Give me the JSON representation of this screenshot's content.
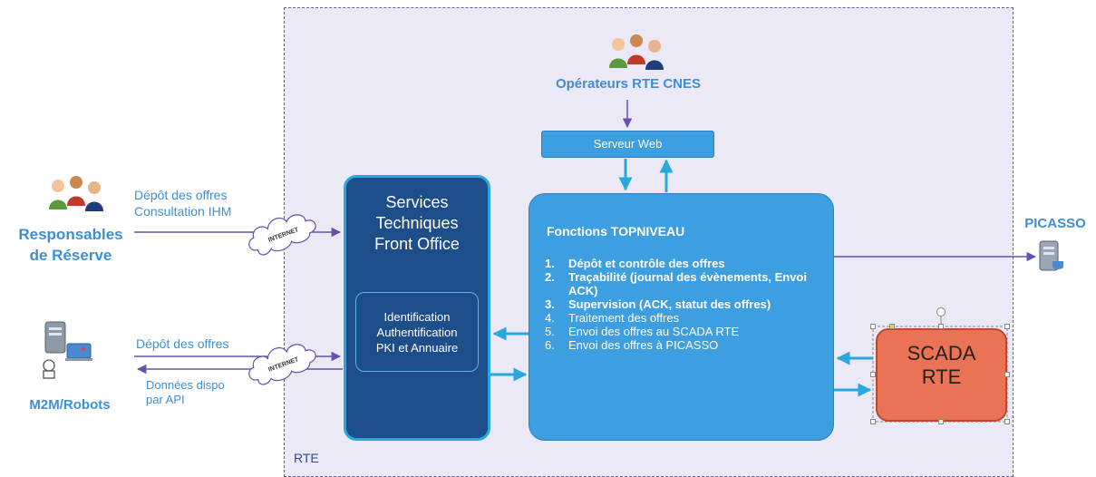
{
  "zone": {
    "label": "RTE"
  },
  "actors": {
    "operators": "Opérateurs RTE CNES",
    "responsables_line1": "Responsables",
    "responsables_line2": "de Réserve",
    "m2m": "M2M/Robots",
    "picasso": "PICASSO"
  },
  "flows": {
    "resp_line1": "Dépôt des offres",
    "resp_line2": "Consultation IHM",
    "m2m_in": "Dépôt des offres",
    "m2m_out_line1": "Données dispo",
    "m2m_out_line2": "par API",
    "internet": "INTERNET"
  },
  "front_office": {
    "title_lines": [
      "Services",
      "Techniques",
      "Front Office"
    ],
    "inner_lines": [
      "Identification",
      "Authentification",
      "PKI et Annuaire"
    ]
  },
  "serveur_web": "Serveur Web",
  "top_niveau": {
    "title": "Fonctions TOPNIVEAU",
    "items": [
      {
        "num": "1.",
        "text": "Dépôt et contrôle des offres"
      },
      {
        "num": "2.",
        "text": "Traçabilité (journal des évènements, Envoi ACK)"
      },
      {
        "num": "3.",
        "text": "Supervision (ACK, statut des offres)"
      },
      {
        "num": "4.",
        "text": "Traitement des offres"
      },
      {
        "num": "5.",
        "text": "Envoi des offres au SCADA RTE"
      },
      {
        "num": "6.",
        "text": "Envoi des offres à PICASSO"
      }
    ]
  },
  "scada": {
    "line1": "SCADA",
    "line2": "RTE"
  },
  "colors": {
    "zone_fill": "#ece9f6",
    "zone_border": "#6a5ca8",
    "front_office": "#1d4e89",
    "top_niveau": "#3d9ee0",
    "scada": "#eb7355",
    "arrow_purple": "#6a4fb0",
    "arrow_blue": "#29a8e0",
    "actor_text": "#3c8fd6"
  },
  "icons": {
    "operators": "people-group-icon",
    "responsables": "people-group-icon",
    "m2m": "server-robot-icon",
    "picasso": "server-icon",
    "internet": "cloud-icon"
  }
}
